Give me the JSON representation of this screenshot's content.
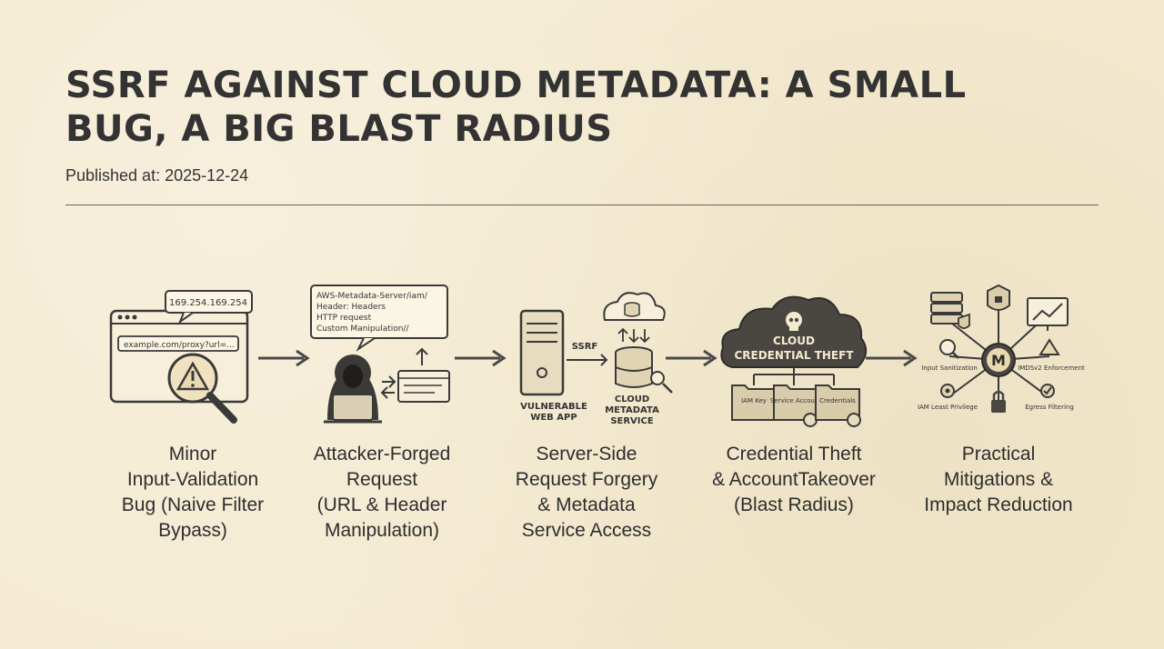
{
  "article": {
    "title": "SSRF AGAINST CLOUD METADATA: A SMALL BUG, A BIG BLAST RADIUS",
    "published": "Published at: 2025-12-24"
  },
  "diagram": {
    "steps": [
      {
        "label": "Minor\nInput-Validation\nBug (Naive Filter\nBypass)",
        "illustration": {
          "bubble_text": "169.254.169.254",
          "url_text": "example.com/proxy?url=..."
        }
      },
      {
        "label": "Attacker-Forged\nRequest\n(URL & Header\nManipulation)",
        "illustration": {
          "bubble_lines": [
            "AWS-Metadata-Server/iam/",
            "Header: Headers",
            "HTTP request",
            "Custom Manipulation//"
          ]
        }
      },
      {
        "label": "Server-Side\nRequest Forgery\n& Metadata\nService Access",
        "illustration": {
          "ssrf_text": "SSRF",
          "server_caption": [
            "VULNERABLE",
            "WEB APP"
          ],
          "cloud_caption": [
            "CLOUD",
            "METADATA",
            "SERVICE"
          ]
        }
      },
      {
        "label": "Credential Theft\n& AccountTakeover\n(Blast Radius)",
        "illustration": {
          "cloud_lines": [
            "CLOUD",
            "CREDENTIAL THEFT"
          ],
          "folders": [
            "IAM Key",
            "Service Account",
            "Credentials"
          ]
        }
      },
      {
        "label": "Practical\nMitigations &\nImpact Reduction",
        "illustration": {
          "hub_letter": "M",
          "items": [
            "Input Sanitization",
            "IMDSv2 Enforcement",
            "IAM Least Privilege",
            "Egress Filtering"
          ]
        }
      }
    ]
  }
}
